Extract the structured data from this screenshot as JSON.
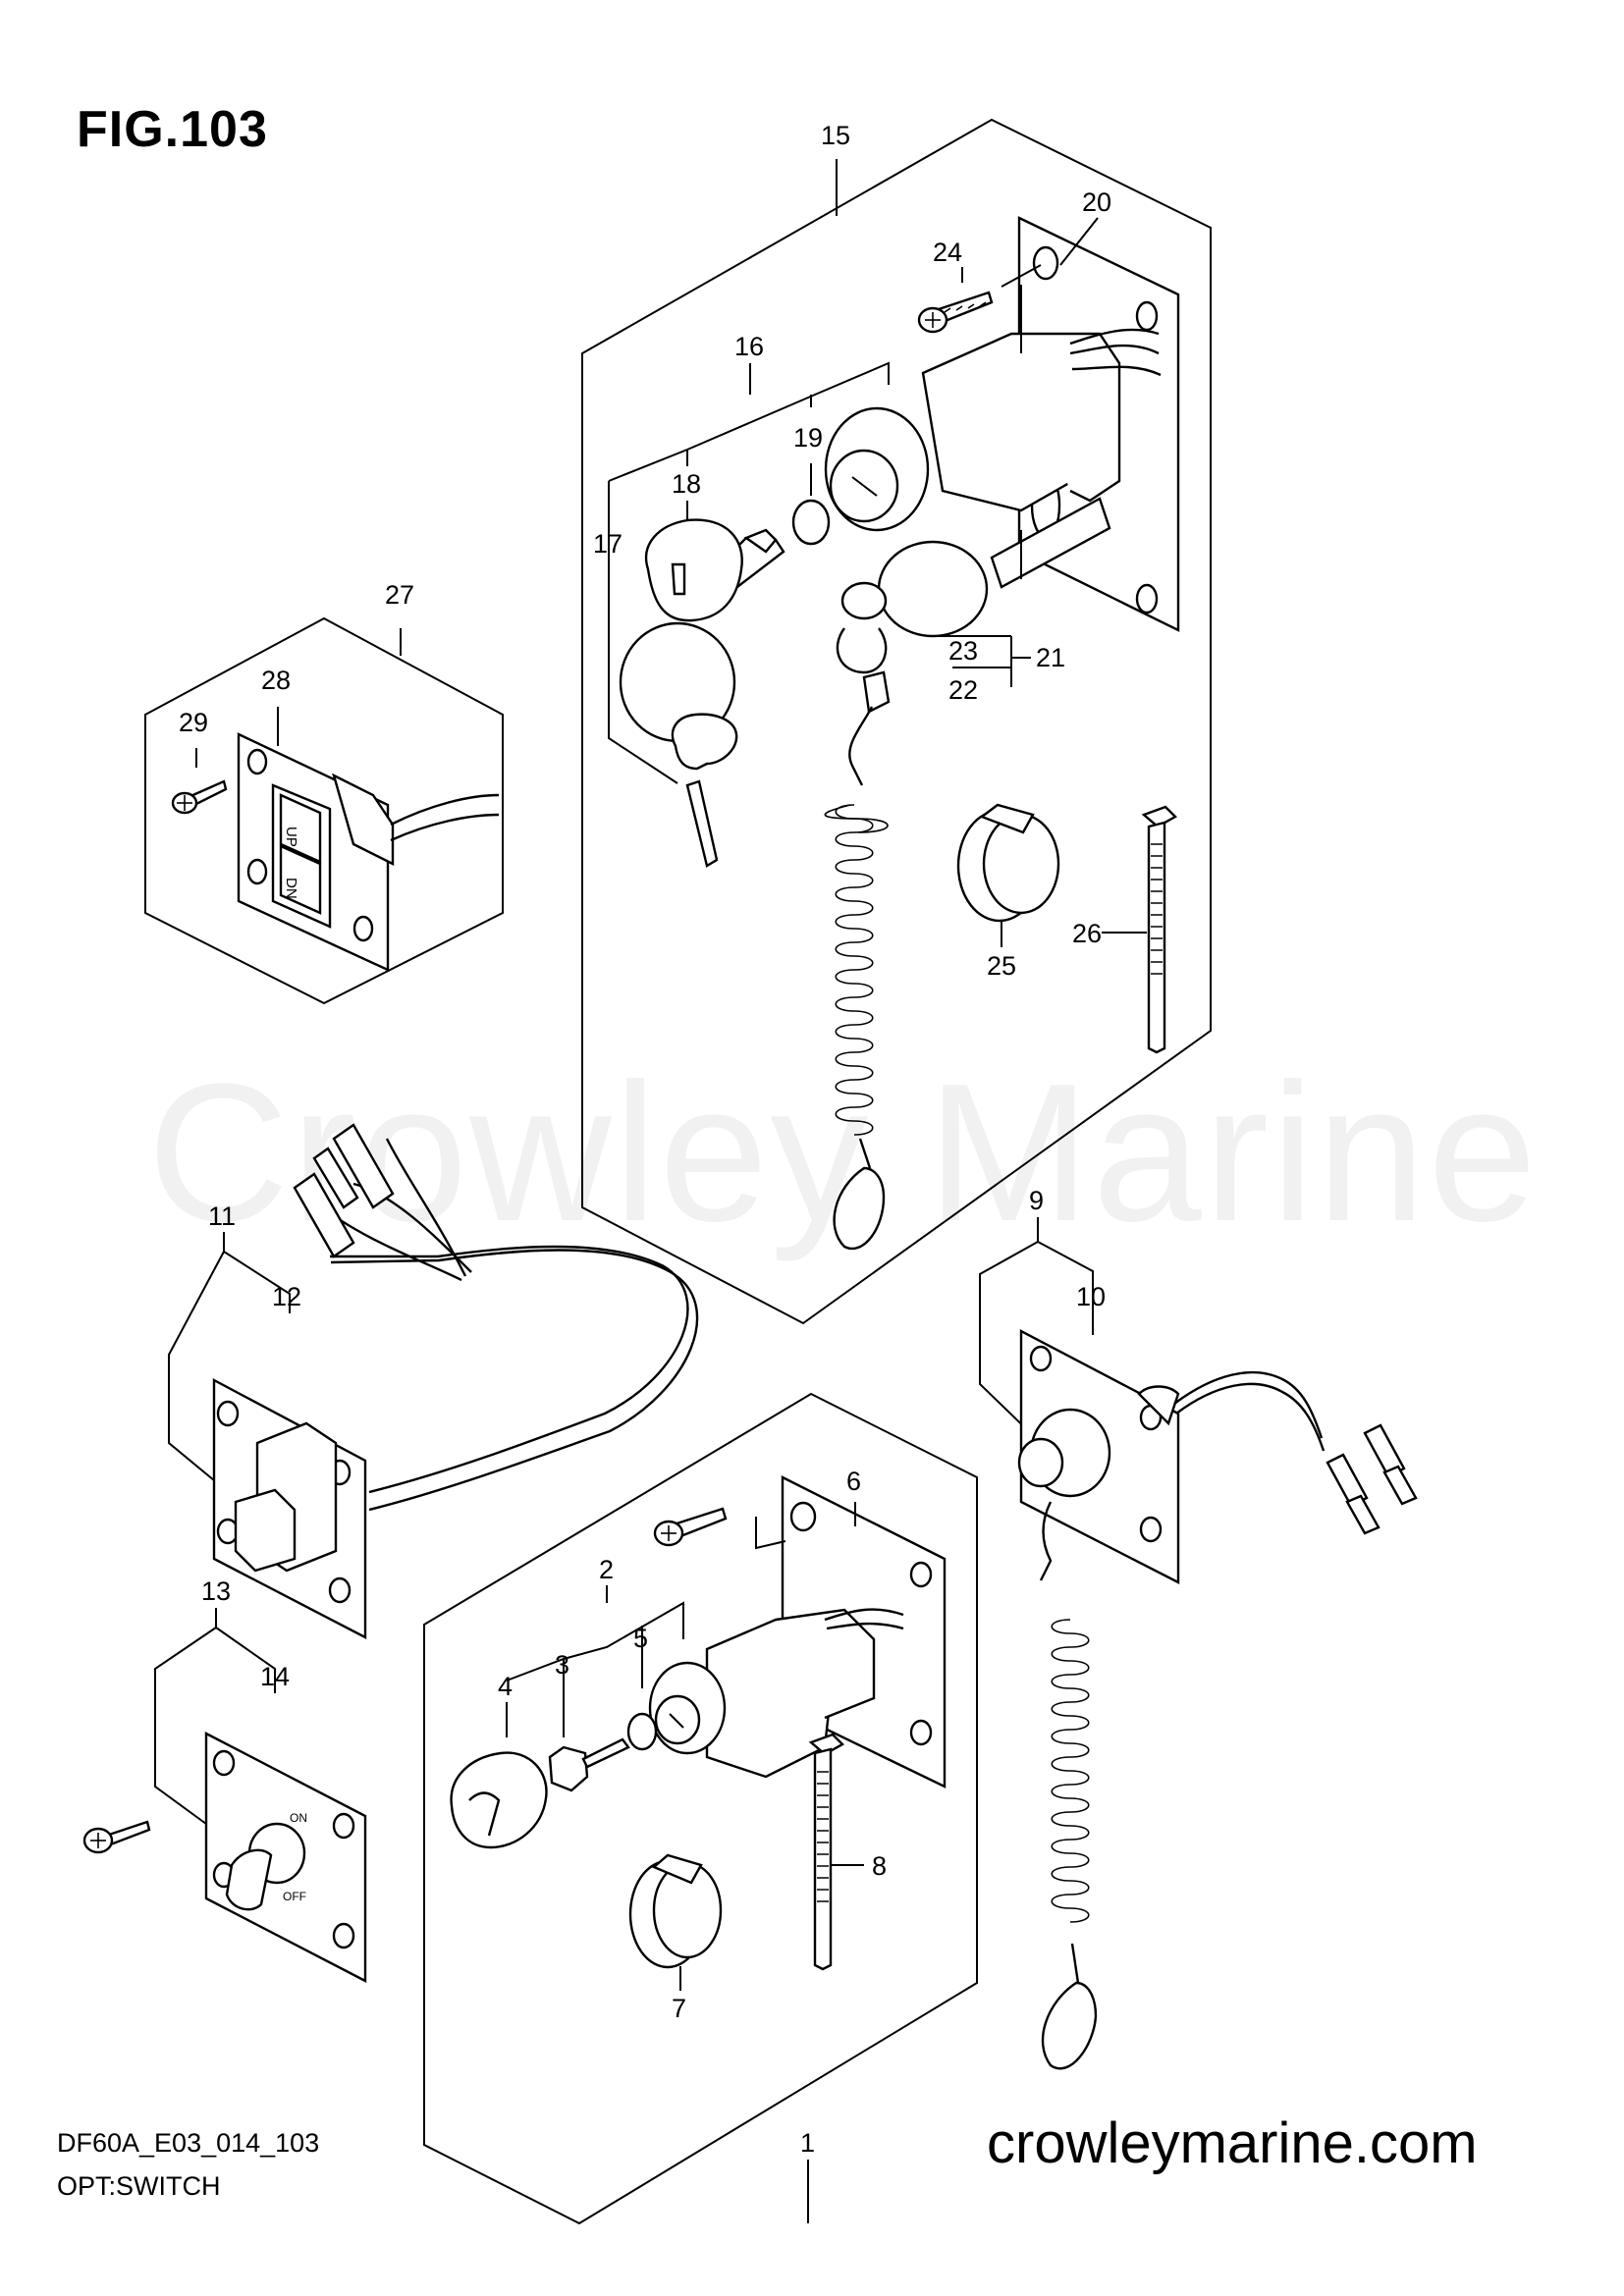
{
  "figure": {
    "title": "FIG.103",
    "model_code": "DF60A_E03_014_103",
    "group_name": "OPT:SWITCH",
    "website": "crowleymarine.com",
    "watermark": "Crowley Marine"
  },
  "callouts": [
    "1",
    "2",
    "3",
    "4",
    "5",
    "6",
    "7",
    "8",
    "9",
    "10",
    "11",
    "12",
    "13",
    "14",
    "15",
    "16",
    "17",
    "18",
    "19",
    "20",
    "21",
    "22",
    "23",
    "24",
    "25",
    "26",
    "27",
    "28",
    "29"
  ],
  "switch_labels": {
    "trim_up": "UP",
    "trim_down": "DN",
    "toggle_on": "ON",
    "toggle_off": "OFF"
  },
  "colors": {
    "ink": "#000000",
    "watermark": "#f1f1f1",
    "background": "#ffffff"
  }
}
